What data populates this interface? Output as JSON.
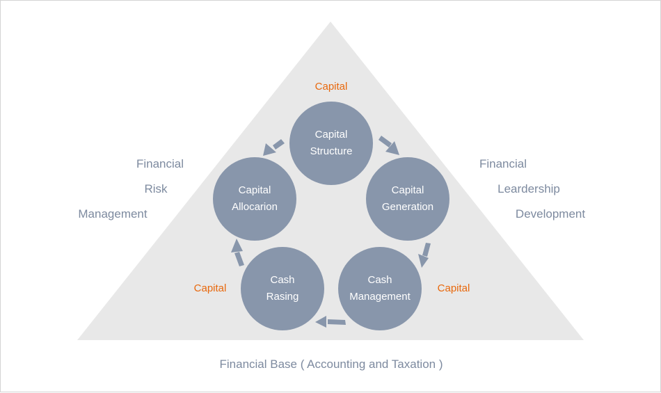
{
  "colors": {
    "triangle": "#e8e8e8",
    "circle": "#8896ab",
    "arrow": "#8896ab",
    "side_text": "#7d8a9f",
    "accent": "#e8680c",
    "node_text": "#ffffff"
  },
  "nodes": [
    {
      "lines": [
        "Capital",
        "Structure"
      ]
    },
    {
      "lines": [
        "Capital",
        "Generation"
      ]
    },
    {
      "lines": [
        "Cash",
        "Management"
      ]
    },
    {
      "lines": [
        "Cash",
        "Rasing"
      ]
    },
    {
      "lines": [
        "Capital",
        "Allocarion"
      ]
    }
  ],
  "accent_labels": {
    "top": "Capital",
    "left": "Capital",
    "right": "Capital"
  },
  "left_side": {
    "lines": [
      "Financial",
      "Risk",
      "Management"
    ]
  },
  "right_side": {
    "lines": [
      "Financial",
      "Leardership",
      "Development"
    ]
  },
  "base": "Financial Base ( Accounting and Taxation )"
}
